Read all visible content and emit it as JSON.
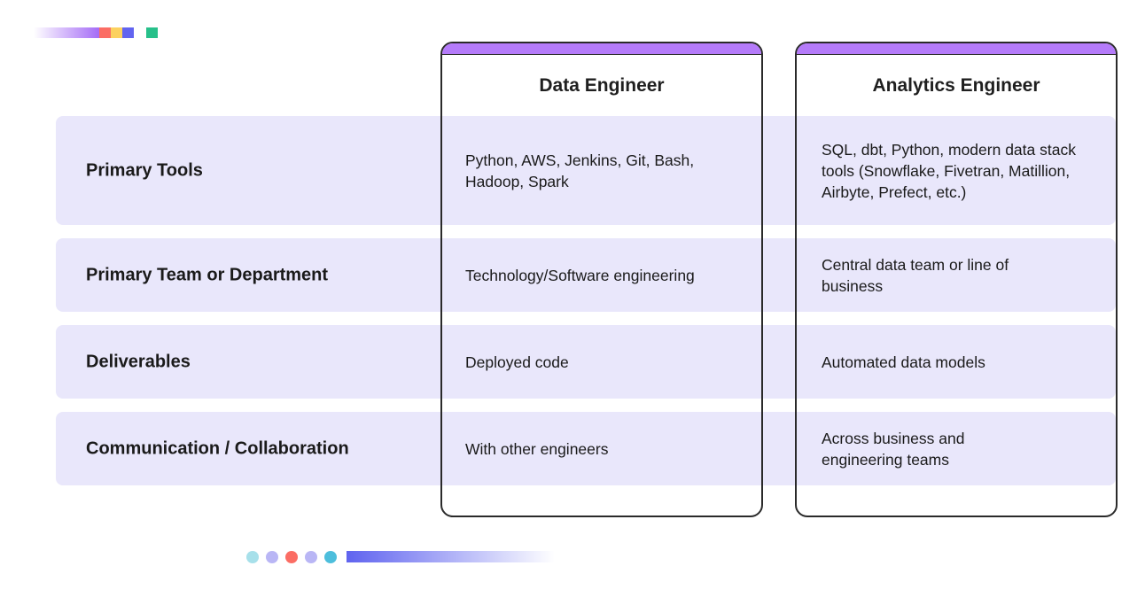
{
  "columns": [
    "Data Engineer",
    "Analytics Engineer"
  ],
  "rows": [
    {
      "label": "Primary Tools",
      "data_engineer": "Python, AWS, Jenkins, Git, Bash, Hadoop, Spark",
      "analytics_engineer": "SQL, dbt, Python, modern data stack tools (Snowflake, Fivetran, Matillion, Airbyte, Prefect, etc.)"
    },
    {
      "label": "Primary Team or Department",
      "data_engineer": "Technology/Software engineering",
      "analytics_engineer": "Central data team or line of business"
    },
    {
      "label": "Deliverables",
      "data_engineer": "Deployed code",
      "analytics_engineer": "Automated data models"
    },
    {
      "label": "Communication / Collaboration",
      "data_engineer": "With other engineers",
      "analytics_engineer": "Across business and engineering teams"
    }
  ],
  "colors": {
    "accent": "#b57bfa",
    "band": "#e9e7fb"
  }
}
